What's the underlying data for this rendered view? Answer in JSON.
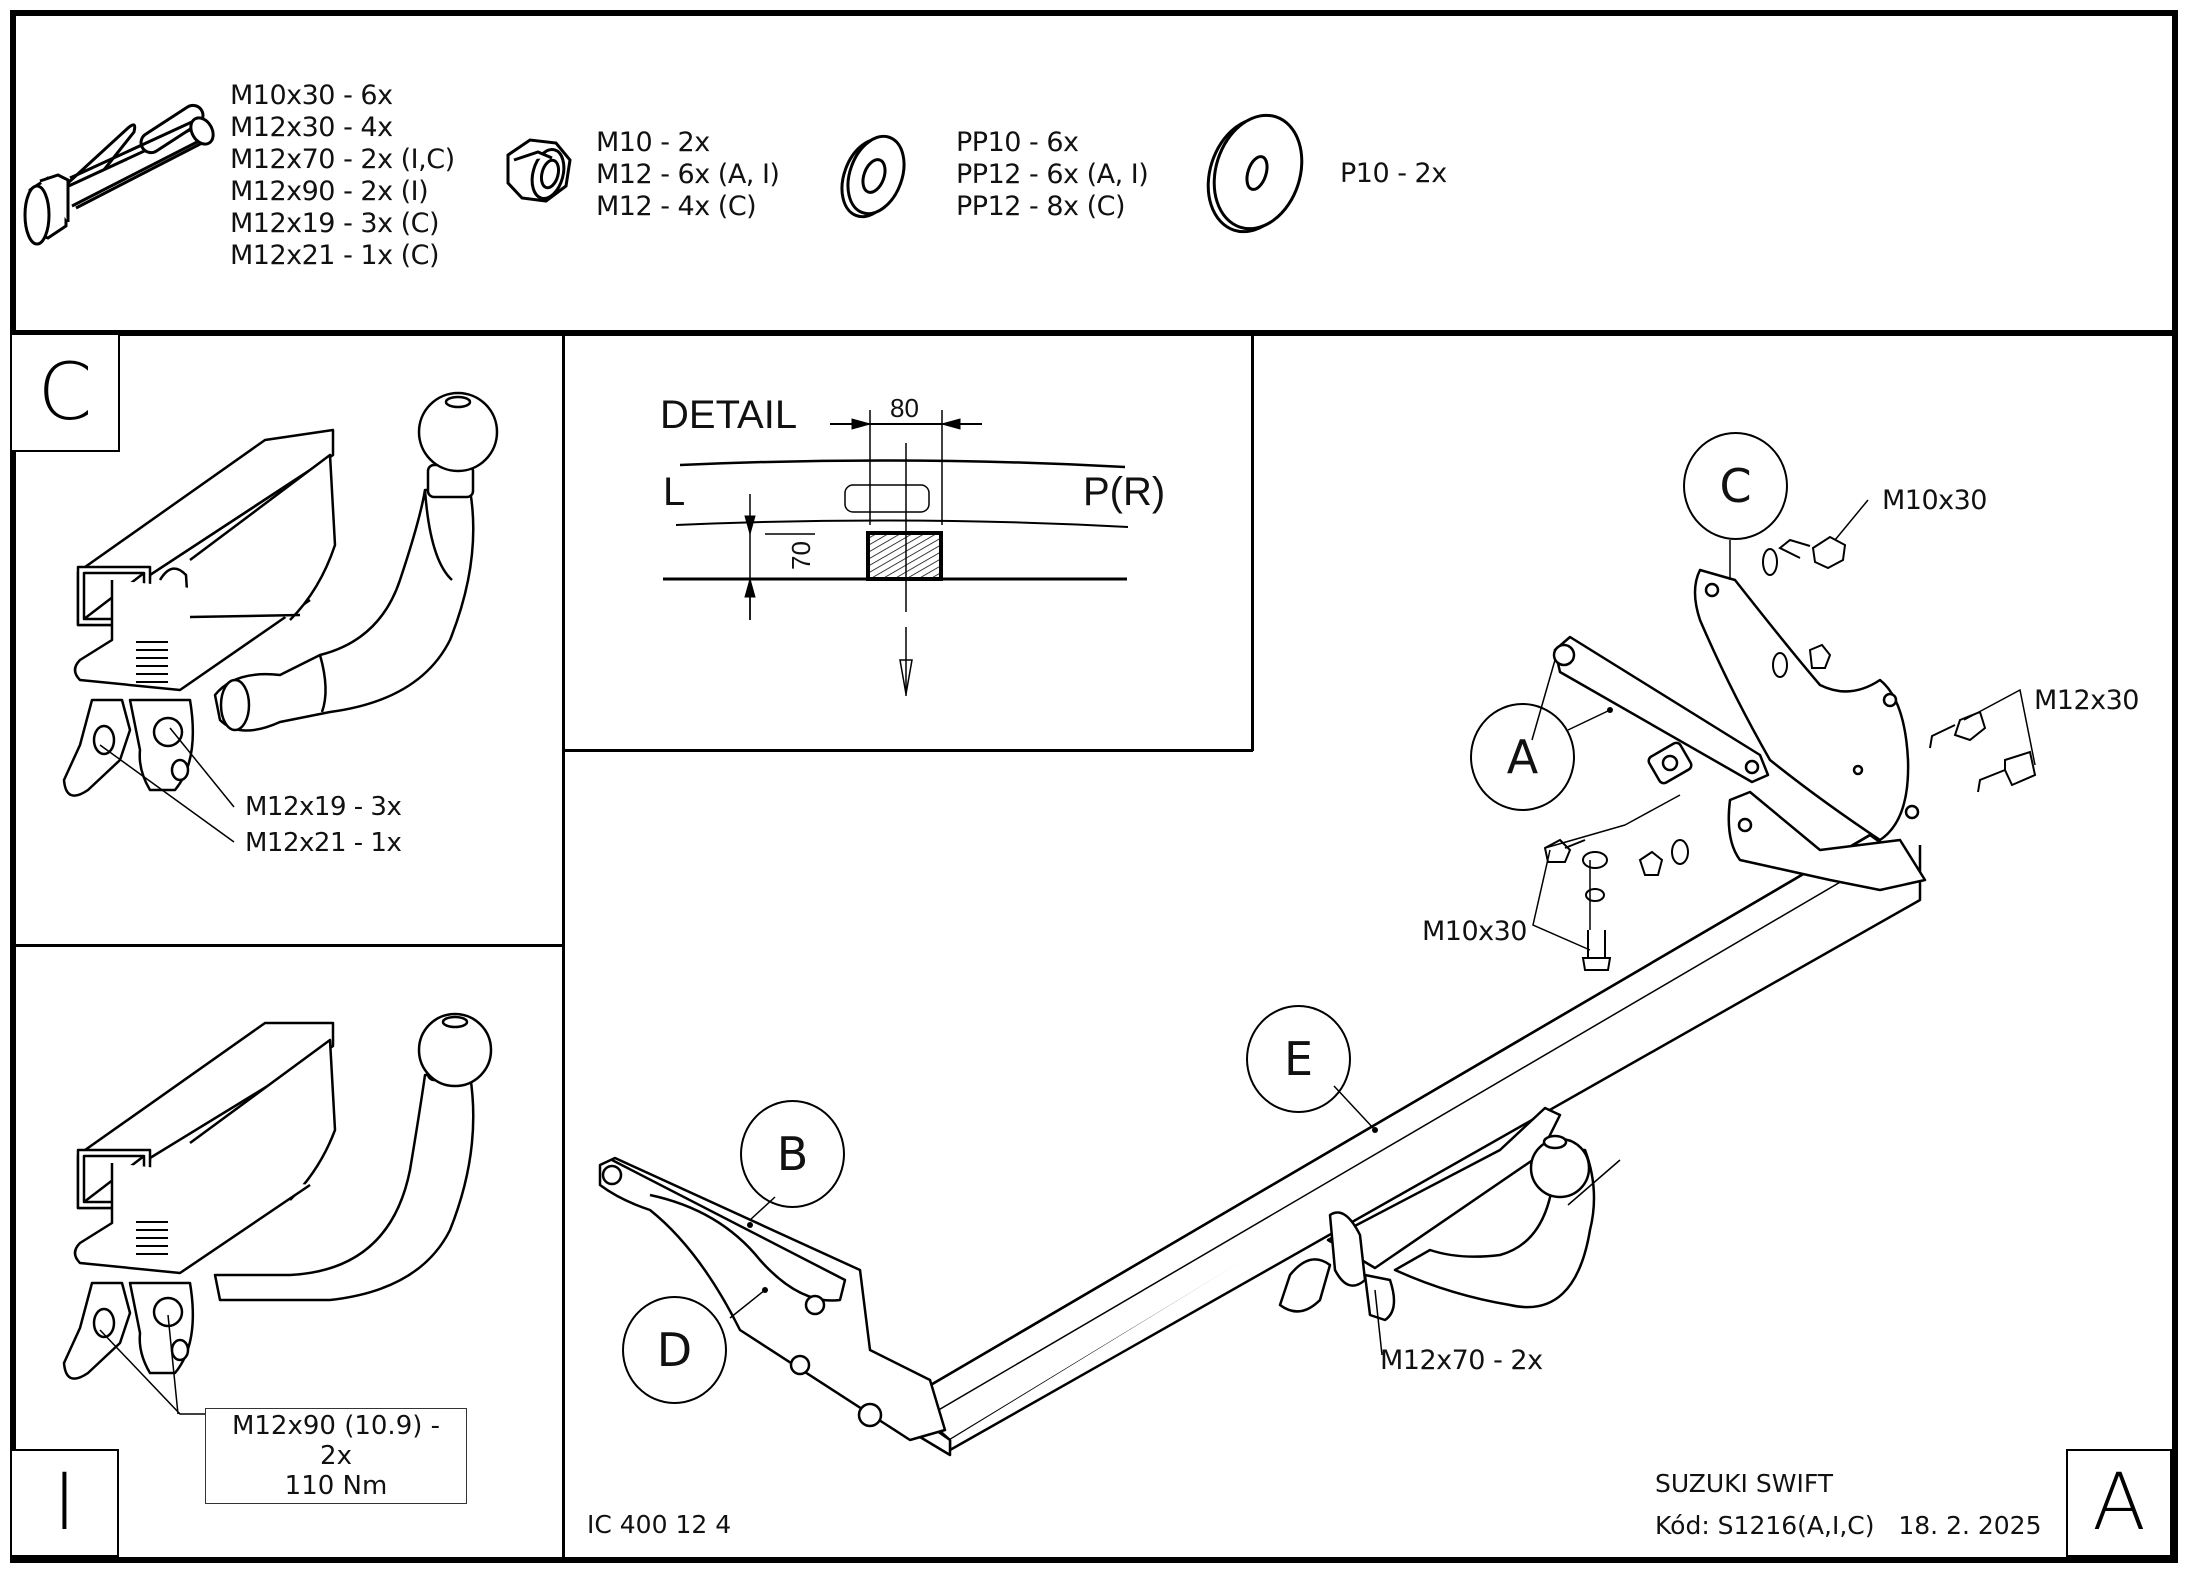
{
  "hardware": {
    "bolts": {
      "icon": "hex-bolt-icon",
      "items": [
        "M10x30 - 6x",
        "M12x30 - 4x",
        "M12x70 - 2x (I,C)",
        "M12x90 - 2x (I)",
        "M12x19 - 3x (C)",
        "M12x21 - 1x (C)"
      ]
    },
    "nuts": {
      "icon": "hex-nut-icon",
      "items": [
        "M10 - 2x",
        "M12 - 6x (A, I)",
        "M12 - 4x (C)"
      ]
    },
    "washers": {
      "icon": "washer-icon",
      "items": [
        "PP10 - 6x",
        "PP12 - 6x (A, I)",
        "PP12 - 8x (C)"
      ]
    },
    "large_washers": {
      "icon": "large-washer-icon",
      "items": [
        "P10 - 2x"
      ]
    }
  },
  "panel_c": {
    "label": "C",
    "callouts": [
      "M12x19 - 3x",
      "M12x21 - 1x"
    ]
  },
  "panel_i": {
    "label": "I",
    "torque_box": {
      "line1": "M12x90 (10.9) - 2x",
      "line2": "110 Nm"
    }
  },
  "detail": {
    "title": "DETAIL",
    "dim_width": "80",
    "dim_height": "70",
    "left_label": "L",
    "right_label": "P(R)"
  },
  "main_assembly": {
    "label": "A",
    "parts": [
      "A",
      "B",
      "C",
      "D",
      "E"
    ],
    "fasteners": {
      "top_bolt": "M10x30",
      "side_bolts": "M12x30",
      "lower_bolts": "M10x30",
      "hitch_bolts": "M12x70 - 2x"
    }
  },
  "footer": {
    "drawing_number": "IC 400 12 4",
    "vehicle": "SUZUKI SWIFT",
    "code": "Kód: S1216(A,I,C)",
    "date": "18. 2. 2025"
  }
}
